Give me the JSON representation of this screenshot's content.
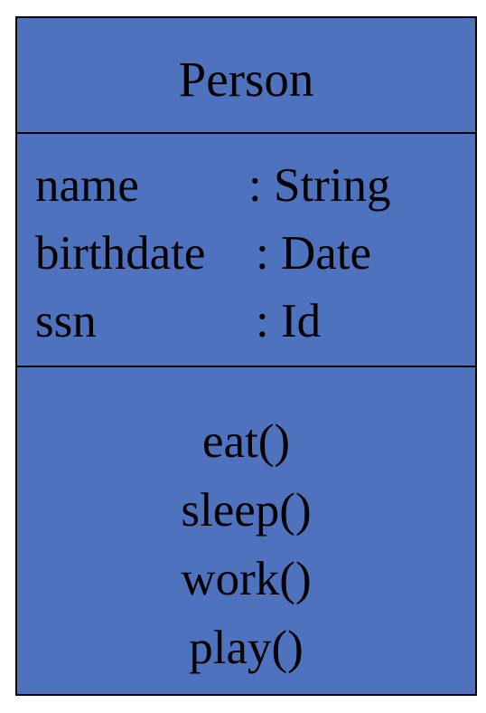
{
  "class_name": "Person",
  "attributes": [
    {
      "name": "name",
      "type": ": String"
    },
    {
      "name": "birthdate",
      "type": ": Date"
    },
    {
      "name": "ssn",
      "type": ": Id"
    }
  ],
  "operations": [
    "eat()",
    "sleep()",
    "work()",
    "play()"
  ],
  "colors": {
    "fill": "#4e72be",
    "border": "#000000",
    "text": "#000000"
  }
}
